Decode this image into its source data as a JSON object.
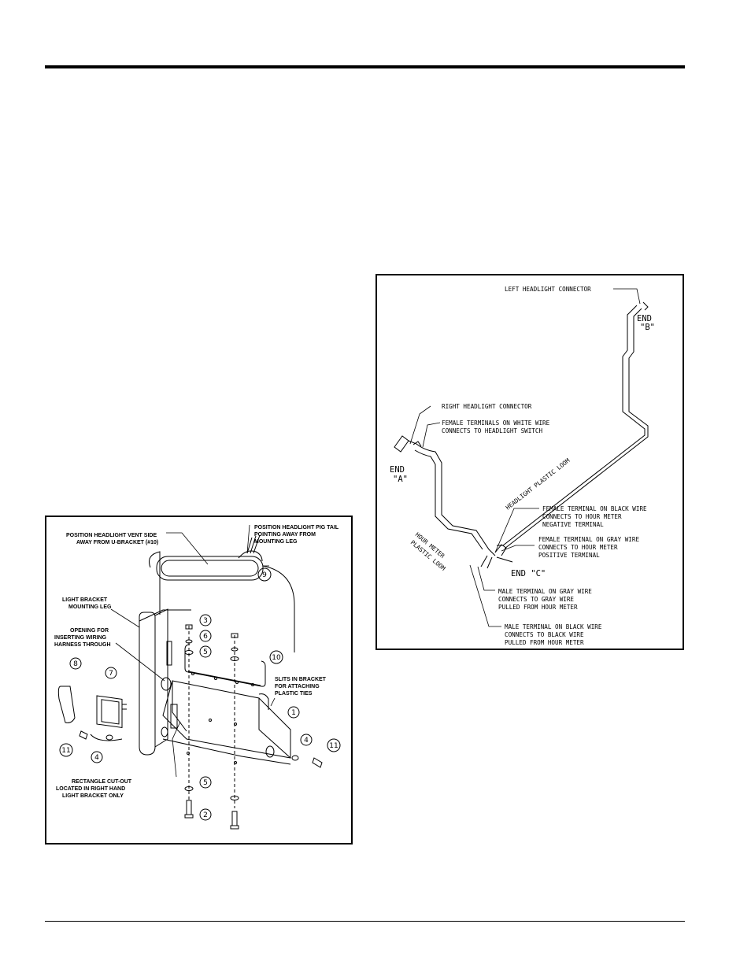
{
  "bracket_figure": {
    "callouts": {
      "vent_line1": "POSITION HEADLIGHT VENT SIDE",
      "vent_line2": "AWAY FROM U-BRACKET (#10)",
      "pigtail_line1": "POSITION HEADLIGHT PIG TAIL",
      "pigtail_line2": "POINTING AWAY FROM",
      "pigtail_line3": "MOUNTING LEG",
      "leg_line1": "LIGHT BRACKET",
      "leg_line2": "MOUNTING LEG",
      "opening_line1": "OPENING FOR",
      "opening_line2": "INSERTING WIRING",
      "opening_line3": "HARNESS THROUGH",
      "slits_line1": "SLITS IN BRACKET",
      "slits_line2": "FOR ATTACHING",
      "slits_line3": "PLASTIC TIES",
      "cutout_line1": "RECTANGLE CUT-OUT",
      "cutout_line2": "LOCATED IN RIGHT HAND",
      "cutout_line3": "LIGHT BRACKET ONLY"
    },
    "part_numbers": {
      "p1": "1",
      "p2": "2",
      "p3": "3",
      "p4a": "4",
      "p4b": "4",
      "p5a": "5",
      "p5b": "5",
      "p6": "6",
      "p7": "7",
      "p8": "8",
      "p9": "9",
      "p10": "10",
      "p11a": "11",
      "p11b": "11"
    }
  },
  "harness_figure": {
    "left_headlight_connector": "LEFT HEADLIGHT CONNECTOR",
    "end_b_line1": "END",
    "end_b_line2": "\"B\"",
    "right_headlight_connector": "RIGHT HEADLIGHT CONNECTOR",
    "female_white_line1": "FEMALE TERMINALS ON WHITE WIRE",
    "female_white_line2": "CONNECTS TO HEADLIGHT SWITCH",
    "end_a_line1": "END",
    "end_a_line2": "\"A\"",
    "headlight_loom": "HEADLIGHT PLASTIC LOOM",
    "female_black_line1": "FEMALE TERMINAL ON BLACK WIRE",
    "female_black_line2": "CONNECTS TO HOUR METER",
    "female_black_line3": "NEGATIVE TERMINAL",
    "female_gray_line1": "FEMALE TERMINAL ON GRAY WIRE",
    "female_gray_line2": "CONNECTS TO HOUR METER",
    "female_gray_line3": "POSITIVE TERMINAL",
    "hour_loom_line1": "HOUR METER",
    "hour_loom_line2": "PLASTIC LOOM",
    "end_c": "END  \"C\"",
    "male_gray_line1": "MALE TERMINAL ON GRAY WIRE",
    "male_gray_line2": "CONNECTS TO GRAY WIRE",
    "male_gray_line3": "PULLED FROM HOUR METER",
    "male_black_line1": "MALE TERMINAL ON BLACK WIRE",
    "male_black_line2": "CONNECTS TO BLACK WIRE",
    "male_black_line3": "PULLED FROM HOUR METER"
  }
}
